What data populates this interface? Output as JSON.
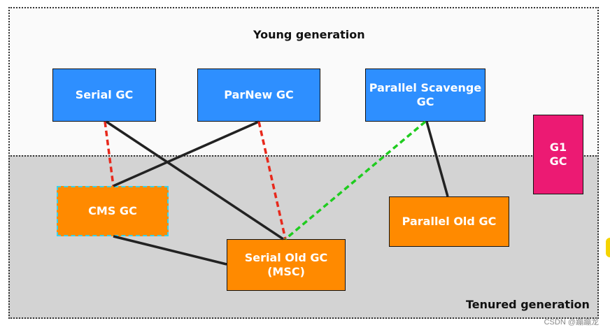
{
  "regions": {
    "young_label": "Young generation",
    "tenured_label": "Tenured generation"
  },
  "collectors": {
    "serial": "Serial GC",
    "parnew": "ParNew GC",
    "parallel_scavenge": "Parallel Scavenge\nGC",
    "g1": "G1\nGC",
    "cms": "CMS GC",
    "parallel_old": "Parallel Old GC",
    "serial_old": "Serial Old GC\n(MSC)"
  },
  "connections": [
    {
      "from": "serial",
      "to": "cms",
      "style": "dashed",
      "color": "#e8291c"
    },
    {
      "from": "serial",
      "to": "serial_old",
      "style": "solid",
      "color": "#222222"
    },
    {
      "from": "parnew",
      "to": "cms",
      "style": "solid",
      "color": "#222222"
    },
    {
      "from": "parnew",
      "to": "serial_old",
      "style": "dashed",
      "color": "#e8291c"
    },
    {
      "from": "parallel_scavenge",
      "to": "serial_old",
      "style": "dashed",
      "color": "#1fcc1f"
    },
    {
      "from": "parallel_scavenge",
      "to": "parallel_old",
      "style": "solid",
      "color": "#222222"
    },
    {
      "from": "cms",
      "to": "serial_old",
      "style": "solid",
      "color": "#222222"
    }
  ],
  "colors": {
    "young_box": "#2e8fff",
    "tenured_box": "#ff8a00",
    "g1_box": "#ec1a73",
    "tenured_bg": "#d3d3d3"
  },
  "watermark": "CSDN @蹦蹦龙"
}
